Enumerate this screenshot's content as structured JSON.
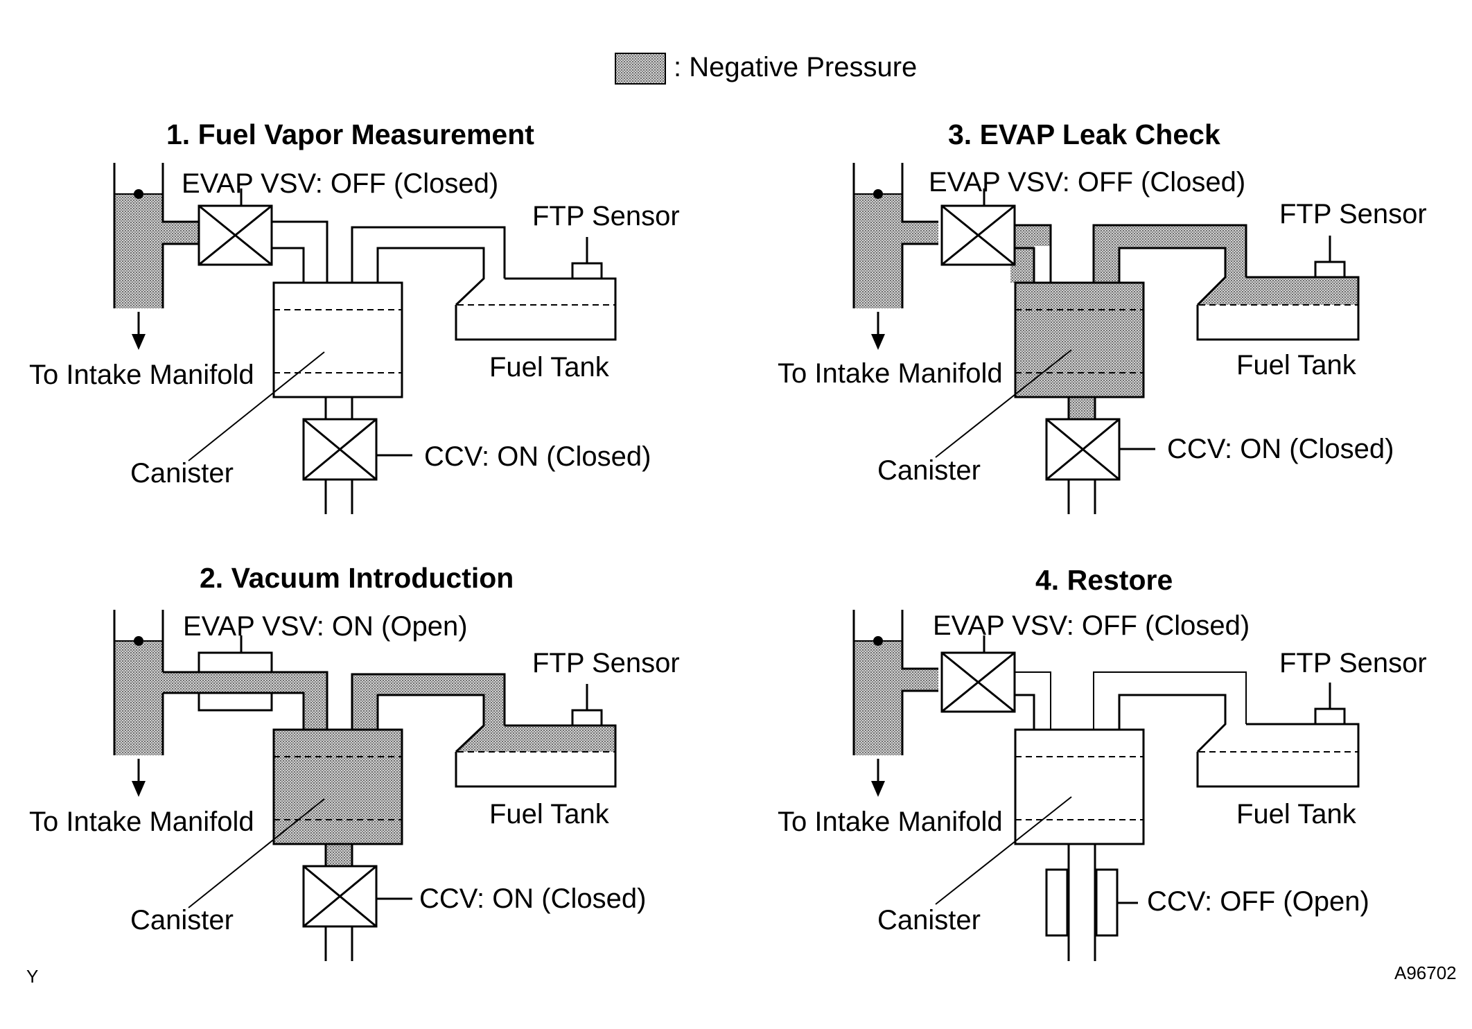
{
  "legend": {
    "text": ": Negative Pressure"
  },
  "labels": {
    "intake": "To Intake Manifold",
    "canister": "Canister",
    "ftp": "FTP Sensor",
    "tank": "Fuel Tank"
  },
  "panels": [
    {
      "title": "1. Fuel Vapor Measurement",
      "vsv": "EVAP VSV: OFF (Closed)",
      "ccv": "CCV: ON (Closed)"
    },
    {
      "title": "2. Vacuum  Introduction",
      "vsv": "EVAP VSV: ON (Open)",
      "ccv": "CCV: ON (Closed)"
    },
    {
      "title": "3. EVAP Leak Check",
      "vsv": "EVAP VSV: OFF (Closed)",
      "ccv": "CCV: ON (Closed)"
    },
    {
      "title": "4. Restore",
      "vsv": "EVAP VSV: OFF (Closed)",
      "ccv": "CCV: OFF (Open)"
    }
  ],
  "corner": {
    "left": "Y",
    "right": "A96702"
  },
  "colors": {
    "line": "#000000",
    "shade": "#9a9a9a",
    "background": "#ffffff"
  }
}
